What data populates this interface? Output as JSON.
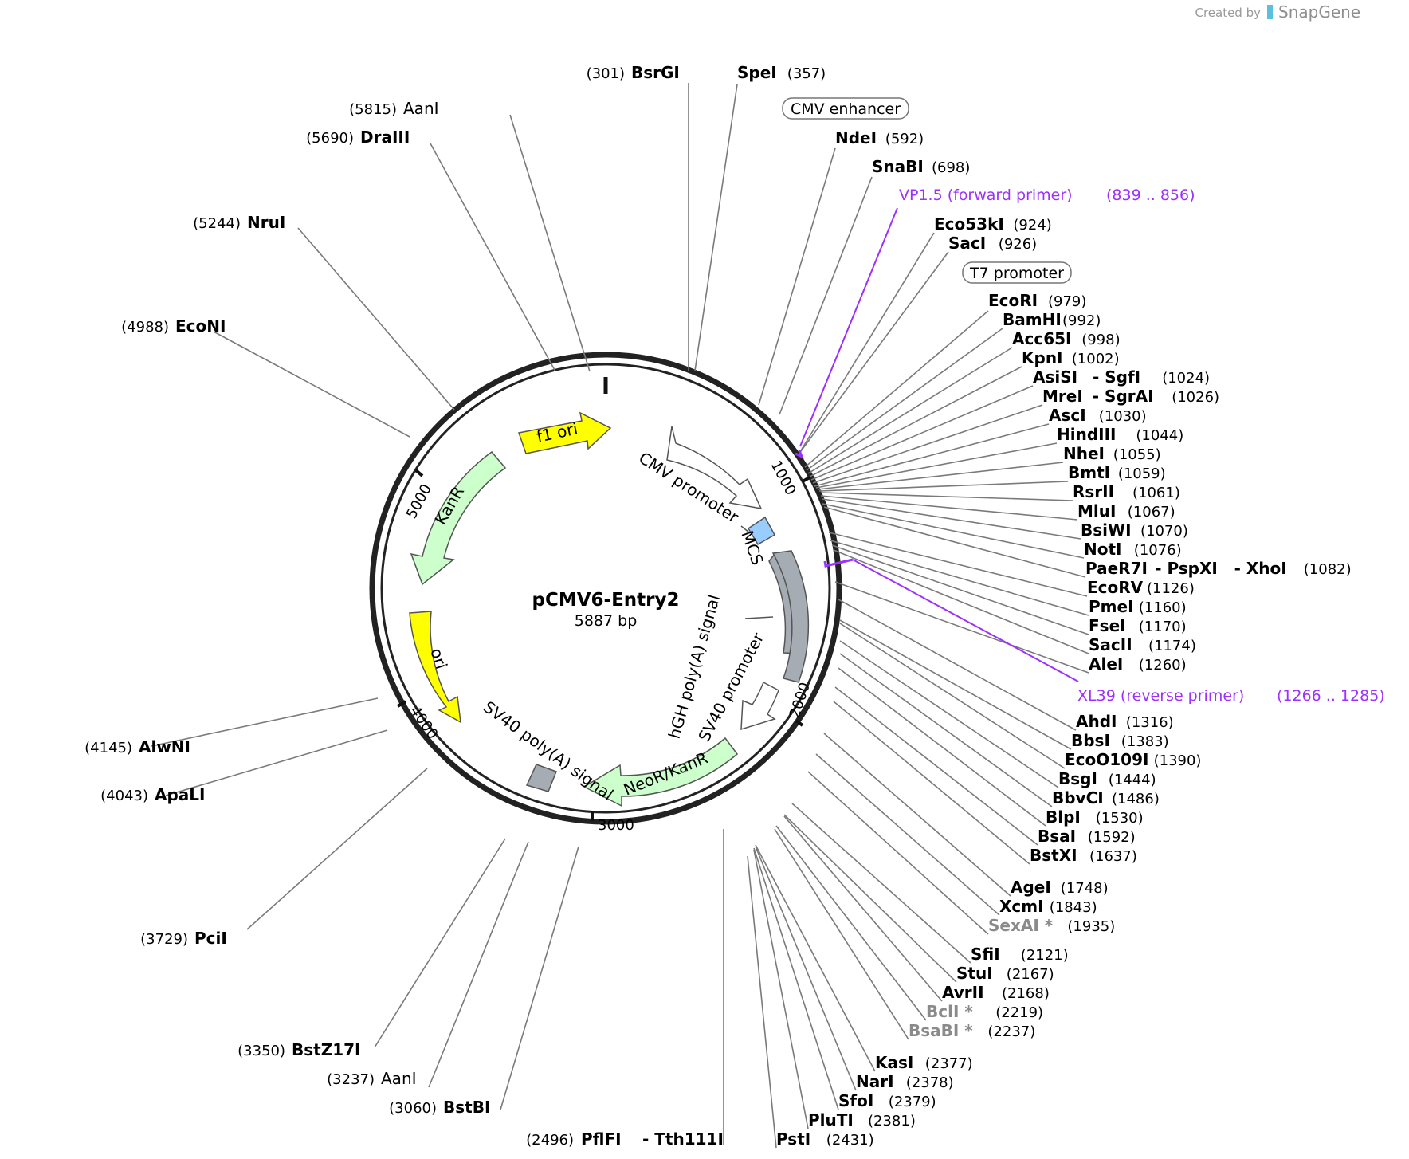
{
  "plasmid": {
    "name": "pCMV6-Entry2",
    "size": "5887 bp"
  },
  "credit": {
    "prefix": "Created by",
    "brand": "SnapGene"
  },
  "ticks": [
    "1000",
    "2000",
    "3000",
    "4000",
    "5000"
  ],
  "sites": [
    {
      "name": "BsrGI",
      "pos": "301",
      "style": "bold"
    },
    {
      "name": "SpeI",
      "pos": "357",
      "style": "bold"
    },
    {
      "name": "NdeI",
      "pos": "592",
      "style": "bold"
    },
    {
      "name": "SnaBI",
      "pos": "698",
      "style": "bold"
    },
    {
      "name": "Eco53kI",
      "pos": "924",
      "style": "bold"
    },
    {
      "name": "SacI",
      "pos": "926",
      "style": "bold"
    },
    {
      "name": "EcoRI",
      "pos": "979",
      "style": "bold"
    },
    {
      "name": "BamHI",
      "pos": "992",
      "style": "bold"
    },
    {
      "name": "Acc65I",
      "pos": "998",
      "style": "bold"
    },
    {
      "name": "KpnI",
      "pos": "1002",
      "style": "bold"
    },
    {
      "name": "AsiSI",
      "name2": "SgfI",
      "pos": "1024",
      "style": "bold"
    },
    {
      "name": "MreI",
      "name2": "SgrAI",
      "pos": "1026",
      "style": "bold"
    },
    {
      "name": "AscI",
      "pos": "1030",
      "style": "bold"
    },
    {
      "name": "HindIII",
      "pos": "1044",
      "style": "bold"
    },
    {
      "name": "NheI",
      "pos": "1055",
      "style": "bold"
    },
    {
      "name": "BmtI",
      "pos": "1059",
      "style": "bold"
    },
    {
      "name": "RsrII",
      "pos": "1061",
      "style": "bold"
    },
    {
      "name": "MluI",
      "pos": "1067",
      "style": "bold"
    },
    {
      "name": "BsiWI",
      "pos": "1070",
      "style": "bold"
    },
    {
      "name": "NotI",
      "pos": "1076",
      "style": "bold"
    },
    {
      "name": "PaeR7I",
      "name2": "PspXI",
      "name3": "XhoI",
      "pos": "1082",
      "style": "bold"
    },
    {
      "name": "EcoRV",
      "pos": "1126",
      "style": "bold"
    },
    {
      "name": "PmeI",
      "pos": "1160",
      "style": "bold"
    },
    {
      "name": "FseI",
      "pos": "1170",
      "style": "bold"
    },
    {
      "name": "SacII",
      "pos": "1174",
      "style": "bold"
    },
    {
      "name": "AleI",
      "pos": "1260",
      "style": "bold"
    },
    {
      "name": "AhdI",
      "pos": "1316",
      "style": "bold"
    },
    {
      "name": "BbsI",
      "pos": "1383",
      "style": "bold"
    },
    {
      "name": "EcoO109I",
      "pos": "1390",
      "style": "bold"
    },
    {
      "name": "BsgI",
      "pos": "1444",
      "style": "bold"
    },
    {
      "name": "BbvCI",
      "pos": "1486",
      "style": "bold"
    },
    {
      "name": "BlpI",
      "pos": "1530",
      "style": "bold"
    },
    {
      "name": "BsaI",
      "pos": "1592",
      "style": "bold"
    },
    {
      "name": "BstXI",
      "pos": "1637",
      "style": "bold"
    },
    {
      "name": "AgeI",
      "pos": "1748",
      "style": "bold"
    },
    {
      "name": "XcmI",
      "pos": "1843",
      "style": "bold"
    },
    {
      "name": "SexAI *",
      "pos": "1935",
      "style": "grey"
    },
    {
      "name": "SfiI",
      "pos": "2121",
      "style": "bold"
    },
    {
      "name": "StuI",
      "pos": "2167",
      "style": "bold"
    },
    {
      "name": "AvrII",
      "pos": "2168",
      "style": "bold"
    },
    {
      "name": "BclI *",
      "pos": "2219",
      "style": "grey"
    },
    {
      "name": "BsaBI *",
      "pos": "2237",
      "style": "grey"
    },
    {
      "name": "KasI",
      "pos": "2377",
      "style": "bold"
    },
    {
      "name": "NarI",
      "pos": "2378",
      "style": "bold"
    },
    {
      "name": "SfoI",
      "pos": "2379",
      "style": "bold"
    },
    {
      "name": "PluTI",
      "pos": "2381",
      "style": "bold"
    },
    {
      "name": "PstI",
      "pos": "2431",
      "style": "bold"
    },
    {
      "name": "PflFI",
      "name2": "Tth111I",
      "pos": "2496",
      "style": "bold"
    },
    {
      "name": "BstBI",
      "pos": "3060",
      "style": "bold"
    },
    {
      "name": "AanI",
      "pos": "3237",
      "style": "plain"
    },
    {
      "name": "BstZ17I",
      "pos": "3350",
      "style": "bold"
    },
    {
      "name": "PciI",
      "pos": "3729",
      "style": "bold"
    },
    {
      "name": "ApaLI",
      "pos": "4043",
      "style": "bold"
    },
    {
      "name": "AlwNI",
      "pos": "4145",
      "style": "bold"
    },
    {
      "name": "EcoNI",
      "pos": "4988",
      "style": "bold"
    },
    {
      "name": "NruI",
      "pos": "5244",
      "style": "bold"
    },
    {
      "name": "DraIII",
      "pos": "5690",
      "style": "bold"
    },
    {
      "name": "AanI",
      "pos": "5815",
      "style": "plain"
    }
  ],
  "primers": [
    {
      "name": "VP1.5 (forward primer)",
      "range": "(839 .. 856)"
    },
    {
      "name": "XL39 (reverse primer)",
      "range": "(1266 .. 1285)"
    }
  ],
  "boxed_features": [
    "CMV enhancer",
    "T7 promoter"
  ],
  "features": [
    {
      "name": "f1 ori",
      "color": "#ffff00"
    },
    {
      "name": "CMV promoter",
      "color": "#ffffff"
    },
    {
      "name": "MCS",
      "color": "#99ccff"
    },
    {
      "name": "hGH poly(A) signal",
      "color": "#a6acb3"
    },
    {
      "name": "SV40 promoter",
      "color": "#ffffff"
    },
    {
      "name": "NeoR/KanR",
      "color": "#ccffcc"
    },
    {
      "name": "SV40 poly(A) signal",
      "color": "#a6acb3"
    },
    {
      "name": "ori",
      "color": "#ffff00"
    },
    {
      "name": "KanR",
      "color": "#ccffcc"
    }
  ]
}
